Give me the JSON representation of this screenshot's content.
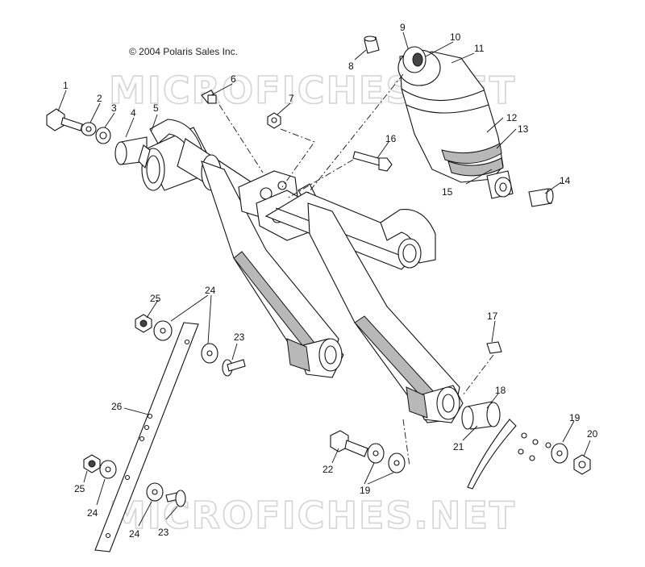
{
  "copyright": "© 2004 Polaris Sales Inc.",
  "watermark": "MICROFICHES.NET",
  "callouts": [
    "1",
    "2",
    "3",
    "4",
    "5",
    "6",
    "7",
    "8",
    "9",
    "10",
    "11",
    "12",
    "13",
    "14",
    "15",
    "16",
    "17",
    "18",
    "19",
    "20",
    "21",
    "22",
    "23",
    "24",
    "25",
    "26"
  ]
}
